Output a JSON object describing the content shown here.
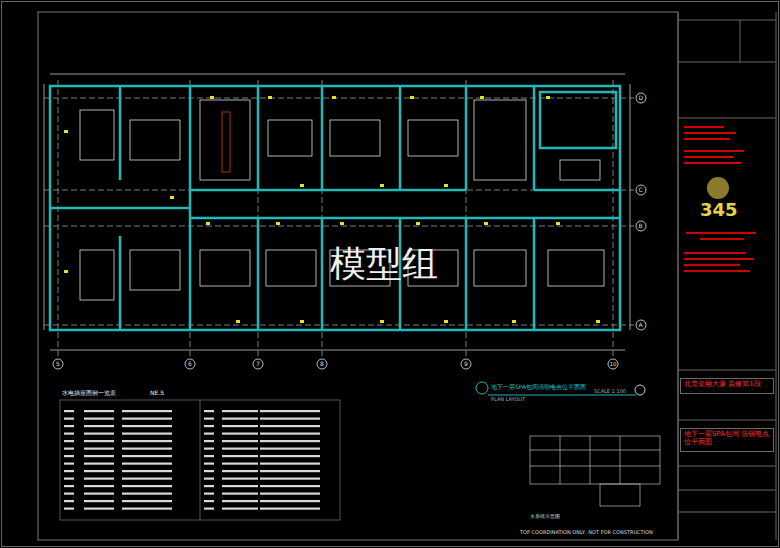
{
  "diagram": {
    "title": "地下一层SPA包间强弱电点位平面图",
    "nodes": [
      {
        "text": [
          "北京金融大厦 装修第1段"
        ]
      },
      {
        "text": [
          "地下一层SPA包间 强弱电点位平面图"
        ]
      }
    ],
    "labels": [
      "模型组",
      "PLAN LAYOUT",
      "SCALE 1:100",
      "D",
      "C",
      "B",
      "A",
      "5",
      "6",
      "7",
      "8",
      "9",
      "10",
      "水电插座图例一览表",
      "NE.5",
      "水系统示意图",
      "TOP COORDINATION ONLY, NOT FOR CONSTRUCTION",
      "345"
    ]
  }
}
